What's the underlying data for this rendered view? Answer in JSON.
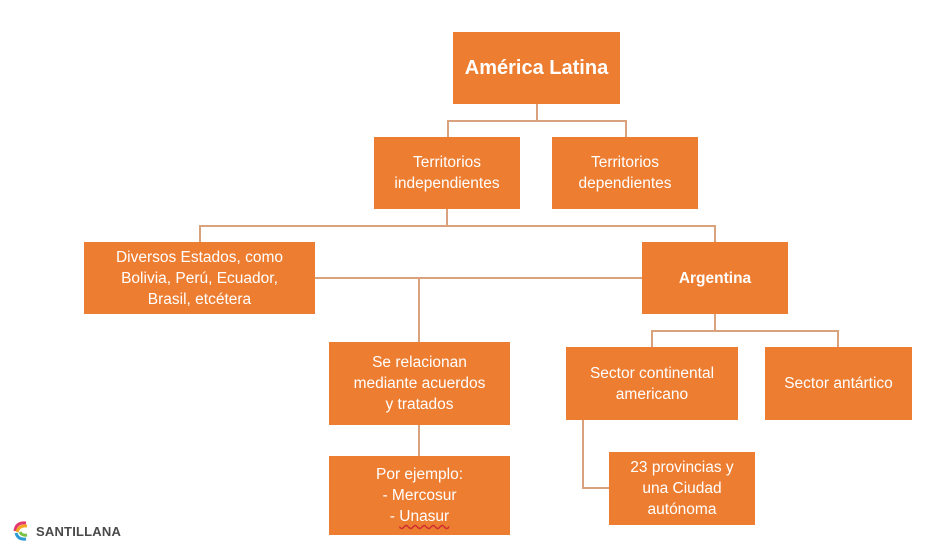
{
  "diagram": {
    "root": "América Latina",
    "territorios_independientes": "Territorios\nindependientes",
    "territorios_dependientes": "Territorios\ndependientes",
    "diversos_estados": "Diversos Estados, como\nBolivia, Perú, Ecuador,\nBrasil, etcétera",
    "argentina": "Argentina",
    "se_relacionan": "Se relacionan\nmediante acuerdos\ny tratados",
    "ejemplo_title": "Por ejemplo:",
    "ejemplo_item1": "- Mercosur",
    "ejemplo_item2_prefix": "- ",
    "ejemplo_item2": "Unasur",
    "sector_continental": "Sector continental\namericano",
    "sector_antartico": "Sector antártico",
    "provincias": "23 provincias y\nuna Ciudad\nautónoma"
  },
  "logo": {
    "text": "SANTILLANA"
  },
  "colors": {
    "box": "#ED7D31",
    "connector": "#D9A27D",
    "text": "#ffffff"
  }
}
